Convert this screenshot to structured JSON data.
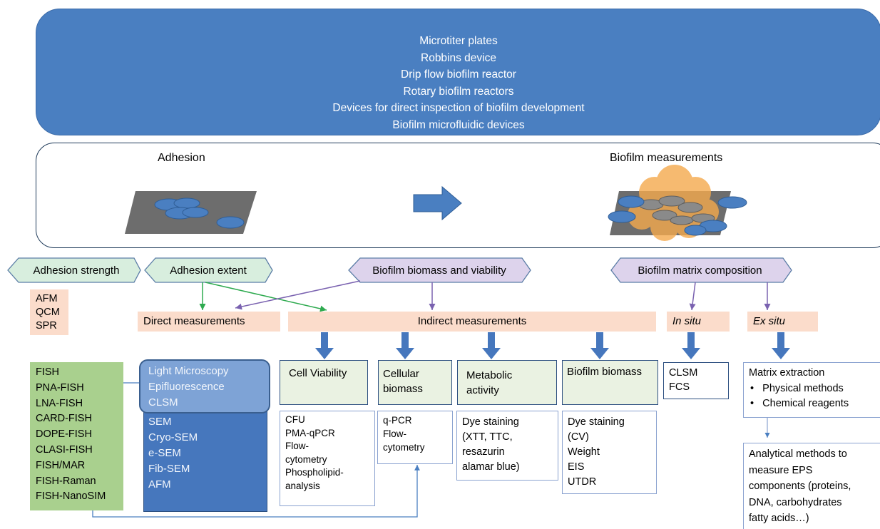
{
  "devices_banner": {
    "lines": [
      "Microtiter plates",
      "Robbins device",
      "Drip flow biofilm reactor",
      "Rotary biofilm reactors",
      "Devices for direct inspection of biofilm development",
      "Biofilm microfluidic devices"
    ]
  },
  "process": {
    "adhesion_label": "Adhesion",
    "biofilm_label": "Biofilm measurements"
  },
  "categories": {
    "adhesion_strength": "Adhesion strength",
    "adhesion_extent": "Adhesion extent",
    "biomass_viability": "Biofilm biomass and viability",
    "matrix_composition": "Biofilm matrix composition"
  },
  "strength_methods": [
    "AFM",
    "QCM",
    "SPR"
  ],
  "measurement_types": {
    "direct": "Direct measurements",
    "indirect": "Indirect measurements",
    "in_situ": "In situ",
    "ex_situ": "Ex situ"
  },
  "fish_methods": [
    "FISH",
    "PNA-FISH",
    "LNA-FISH",
    "CARD-FISH",
    "DOPE-FISH",
    "CLASI-FISH",
    "FISH/MAR",
    "FISH-Raman",
    "FISH-NanoSIM"
  ],
  "microscopy": {
    "highlighted": [
      "Light Microscopy",
      "Epifluorescence",
      "CLSM"
    ],
    "others": [
      "SEM",
      "Cryo-SEM",
      "e-SEM",
      "Fib-SEM",
      "AFM"
    ]
  },
  "indirect_columns": [
    {
      "header": [
        "Cell Viability"
      ],
      "methods": [
        "CFU",
        "PMA-qPCR",
        "Flow-",
        "cytometry",
        "Phospholipid-",
        "analysis"
      ]
    },
    {
      "header": [
        "Cellular",
        "biomass"
      ],
      "methods": [
        "q-PCR",
        "Flow-",
        "cytometry"
      ]
    },
    {
      "header": [
        "Metabolic",
        "activity"
      ],
      "methods": [
        "Dye staining",
        "(XTT, TTC,",
        "resazurin",
        "alamar blue)"
      ]
    },
    {
      "header": [
        "Biofilm biomass"
      ],
      "methods": [
        "Dye staining",
        "(CV)",
        "Weight",
        "EIS",
        "UTDR"
      ]
    }
  ],
  "in_situ_methods": [
    "CLSM",
    "FCS"
  ],
  "matrix_extraction": {
    "title": "Matrix extraction",
    "items": [
      "Physical methods",
      "Chemical reagents"
    ]
  },
  "analytical_methods": [
    "Analytical methods to",
    "measure EPS",
    "components (proteins,",
    "DNA, carbohydrates",
    "fatty acids…)"
  ],
  "colors": {
    "blue": "#4a7fc1",
    "dark_blue": "#4677bd",
    "green_box": "#a9d08e",
    "peach": "#fbdccb",
    "pale_green": "#eaf2e2",
    "purple_hex": "#ddd3ec",
    "green_hex": "#d8eede"
  }
}
